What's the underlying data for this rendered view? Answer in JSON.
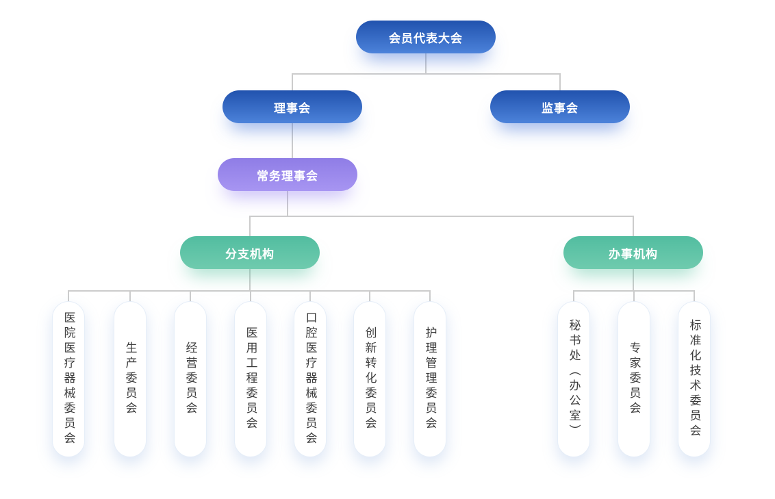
{
  "org_chart": {
    "root": {
      "label": "会员代表大会"
    },
    "boards": [
      {
        "label": "理事会"
      },
      {
        "label": "监事会"
      }
    ],
    "standing": {
      "label": "常务理事会"
    },
    "divisions": [
      {
        "label": "分支机构"
      },
      {
        "label": "办事机构"
      }
    ],
    "branch_committees": [
      {
        "label": "医院医疗器械委员会"
      },
      {
        "label": "生产委员会"
      },
      {
        "label": "经营委员会"
      },
      {
        "label": "医用工程委员会"
      },
      {
        "label": "口腔医疗器械委员会"
      },
      {
        "label": "创新转化委员会"
      },
      {
        "label": "护理管理委员会"
      }
    ],
    "office_committees": [
      {
        "label": "秘书处（办公室）"
      },
      {
        "label": "专家委员会"
      },
      {
        "label": "标准化技术委员会"
      }
    ]
  },
  "colors": {
    "node_blue_top": "#2152ae",
    "node_blue_bottom": "#4c82da",
    "node_purple_top": "#8f7de6",
    "node_purple_bottom": "#a795f2",
    "node_green_top": "#52bda0",
    "node_green_bottom": "#6fcbae",
    "connector": "#cccccc",
    "leaf_background": "#ffffff",
    "leaf_border": "#e6eef8",
    "leaf_text": "#3d3d3d",
    "node_text": "#ffffff"
  }
}
